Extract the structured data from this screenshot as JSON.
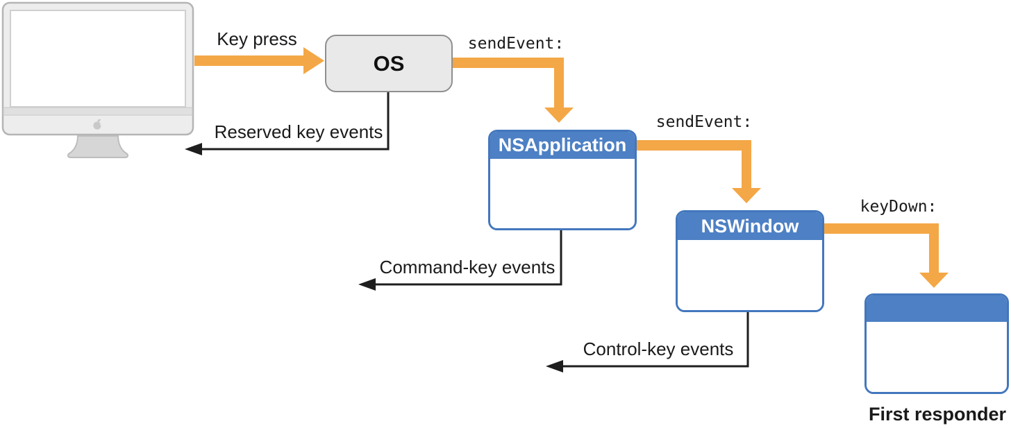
{
  "diagram": {
    "description": "Key event dispatch flow diagram",
    "colors": {
      "flow_arrow_orange": "#F4A746",
      "box_header_blue": "#4D80C4",
      "box_border_blue": "#4377BD",
      "os_box_fill": "#E9E9E9",
      "os_box_border": "#8F8F8F",
      "black_arrow": "#1E1E1E",
      "monitor_body": "#EDEDED",
      "monitor_border": "#B5B5B5"
    },
    "monitor": {
      "icon": "imac-monitor-icon"
    },
    "nodes": {
      "os": {
        "label": "OS"
      },
      "nsapplication": {
        "label": "NSApplication"
      },
      "nswindow": {
        "label": "NSWindow"
      },
      "first_responder": {
        "header_label": "",
        "caption": "First responder"
      }
    },
    "flow_labels": {
      "key_press": "Key press",
      "send_event_os": "sendEvent:",
      "send_event_app": "sendEvent:",
      "key_down": "keyDown:"
    },
    "side_labels": {
      "reserved": "Reserved key events",
      "command": "Command-key events",
      "control": "Control-key events"
    }
  }
}
